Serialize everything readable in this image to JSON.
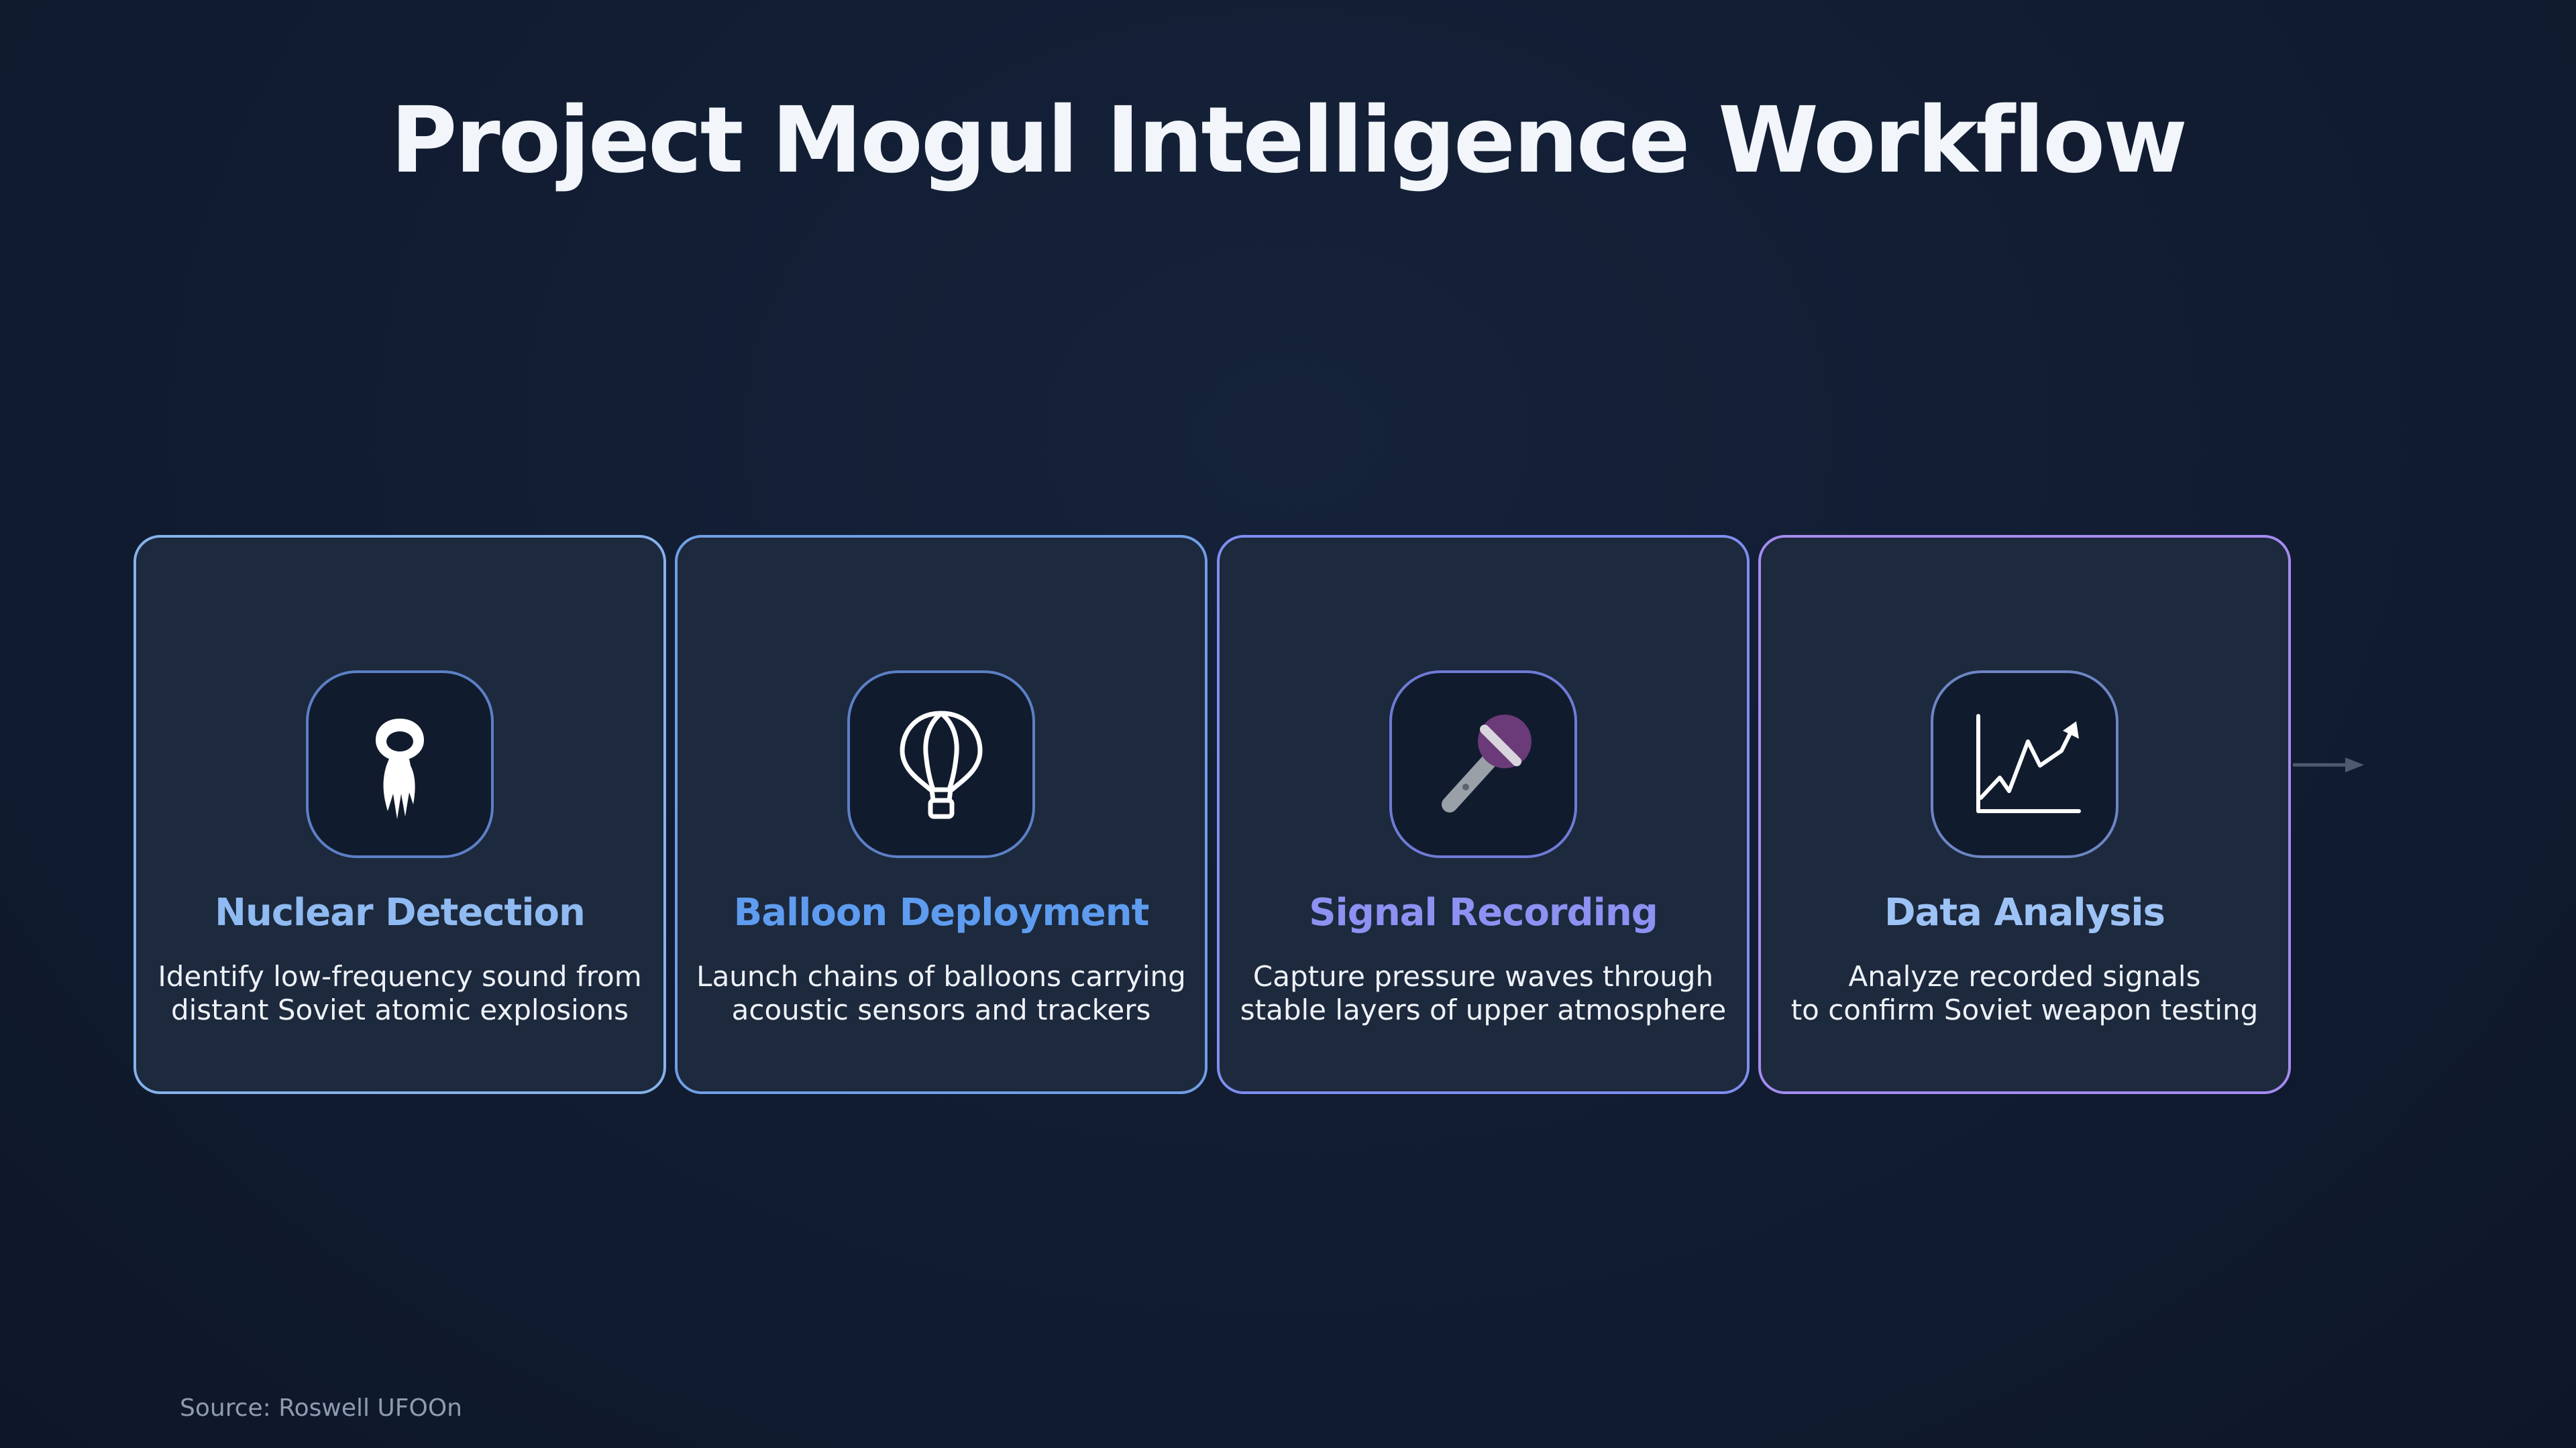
{
  "title": "Project Mogul Intelligence Workflow",
  "steps": [
    {
      "title": "Nuclear Detection",
      "icon": "nuclear-blast-icon",
      "desc_line1": "Identify low-frequency sound from",
      "desc_line2": "distant Soviet atomic explosions"
    },
    {
      "title": "Balloon Deployment",
      "icon": "balloon-icon",
      "desc_line1": "Launch chains of balloons carrying",
      "desc_line2": "acoustic sensors and trackers"
    },
    {
      "title": "Signal Recording",
      "icon": "microphone-icon",
      "desc_line1": "Capture pressure waves through",
      "desc_line2": "stable layers of upper atmosphere"
    },
    {
      "title": "Data Analysis",
      "icon": "line-chart-icon",
      "desc_line1": "Analyze recorded signals",
      "desc_line2": "to confirm Soviet weapon testing"
    }
  ],
  "source": "Source: Roswell UFOOn",
  "colors": {
    "background": "#111c31",
    "card": "#1d293d",
    "step1_title": "#8fbaf2",
    "step2_title": "#5e9cf0",
    "step3_title": "#8d91f2",
    "step4_title": "#9dc2f6",
    "microphone_head": "#6b3a78"
  }
}
